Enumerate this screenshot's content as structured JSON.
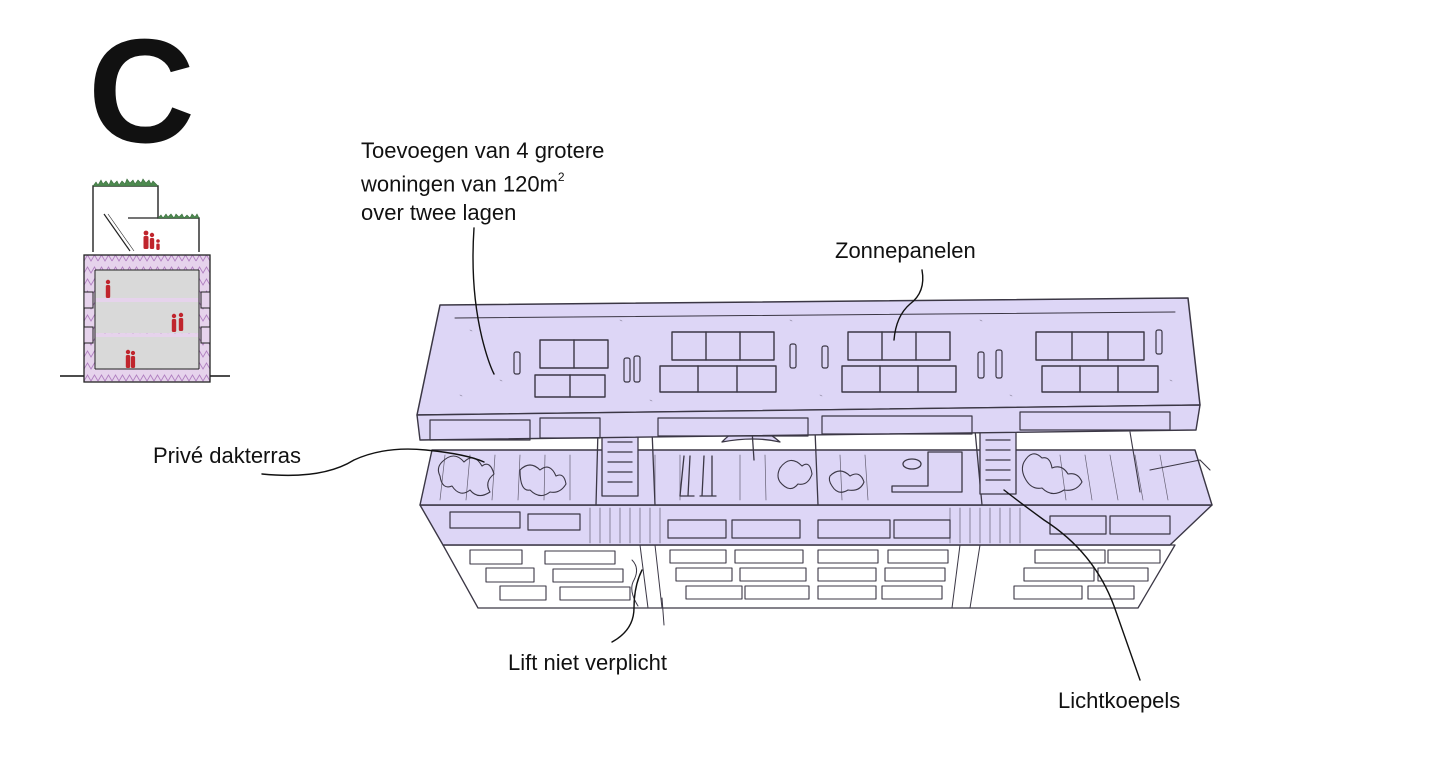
{
  "diagram": {
    "letter": "C",
    "colors": {
      "roof_fill": "#ddd6f6",
      "floor_fill": "#e6d3ec",
      "figure_red": "#c0252d",
      "green_roof": "#4d8a4f",
      "sketch_line": "#3b3745"
    },
    "annotations": {
      "toevoegen": {
        "line1": "Toevoegen van 4 grotere",
        "line2_prefix": "woningen van 120m",
        "line2_sup": "2",
        "line3": "over twee lagen"
      },
      "zonnepanelen": "Zonnepanelen",
      "prive_dakterras": "Privé dakterras",
      "lift": "Lift niet verplicht",
      "lichtkoepels": "Lichtkoepels"
    }
  }
}
